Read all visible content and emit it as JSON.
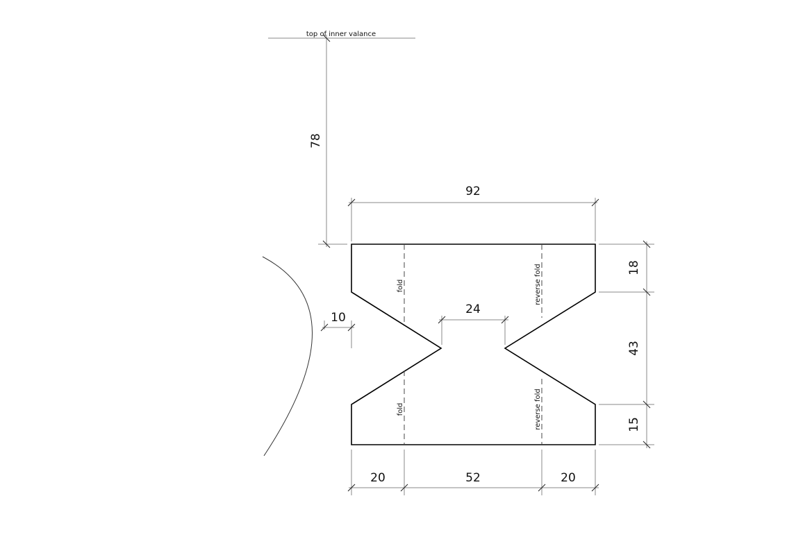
{
  "drawing": {
    "reference_label": "top of inner valance",
    "dimensions": {
      "offset_from_valance": "78",
      "total_width": "92",
      "notch_gap": "24",
      "arc_clearance": "10",
      "right_top": "18",
      "right_middle": "43",
      "right_bottom": "15",
      "bottom_left": "20",
      "bottom_middle": "52",
      "bottom_right": "20"
    },
    "fold_labels": {
      "left_top": "fold",
      "left_bottom": "fold",
      "right_top": "reverse fold",
      "right_bottom": "reverse fold"
    }
  }
}
